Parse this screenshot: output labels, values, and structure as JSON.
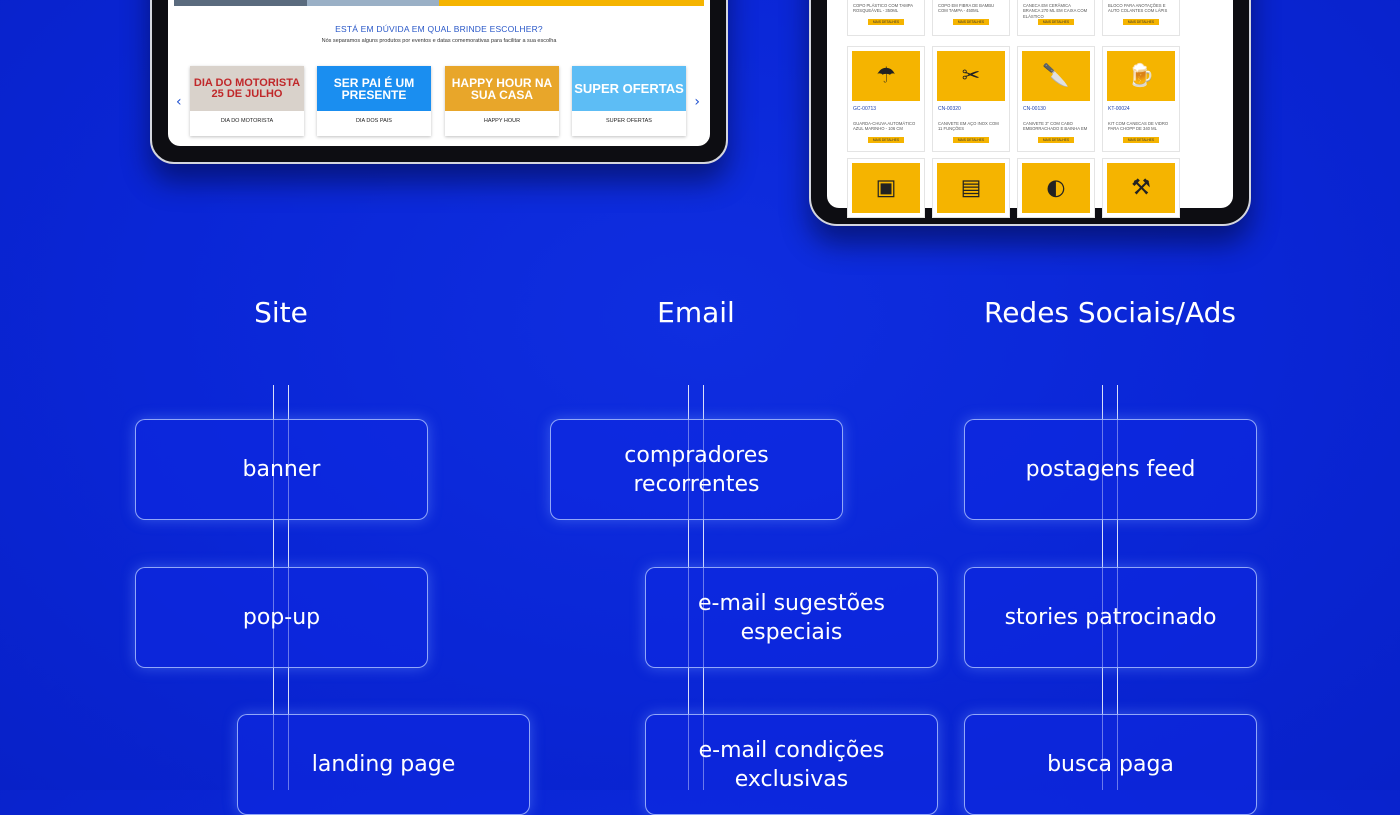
{
  "left_tablet": {
    "title": "ESTÁ EM DÚVIDA EM QUAL BRINDE ESCOLHER?",
    "subtitle": "Nós separamos alguns produtos por eventos e datas comemorativas para facilitar a sua escolha",
    "prev_arrow": "‹",
    "next_arrow": "›",
    "cards": [
      {
        "image_text": "DIA DO MOTORISTA 25 DE JULHO",
        "label": "DIA DO MOTORISTA"
      },
      {
        "image_text": "SER PAI É UM PRESENTE",
        "label": "DIA DOS PAIS"
      },
      {
        "image_text": "HAPPY HOUR NA SUA CASA",
        "label": "HAPPY HOUR"
      },
      {
        "image_text": "SUPER OFERTAS",
        "label": "SUPER OFERTAS"
      }
    ]
  },
  "right_tablet": {
    "row0": [
      {
        "desc": "COPO PLÁSTICO COM TAMPA ROSQUEÁVEL - 350ML",
        "button": "MAIS DETALHES"
      },
      {
        "desc": "COPO EM FIBRA DE BAMBU COM TAMPA - 450ML",
        "button": "MAIS DETALHES"
      },
      {
        "desc": "CANECA EM CERÂMICA BRANCA 270 ML EM CAIXA COM ELÁSTICO",
        "button": "MAIS DETALHES"
      },
      {
        "desc": "BLOCO PARA ANOTAÇÕES E AUTO COLANTES COM LÁPIS",
        "button": "MAIS DETALHES"
      }
    ],
    "row1": [
      {
        "icon": "umbrella-icon",
        "glyph": "☂",
        "code": "GC-00713",
        "desc": "GUARDA-CHUVA AUTOMÁTICO AZUL MARINHO - 106 CM",
        "button": "MAIS DETALHES"
      },
      {
        "icon": "multitool-icon",
        "glyph": "✂",
        "code": "CN-00320",
        "desc": "CANIVETE EM AÇO INOX COM 11 FUNÇÕES",
        "button": "MAIS DETALHES"
      },
      {
        "icon": "knife-icon",
        "glyph": "🔪",
        "code": "CN-00130",
        "desc": "CANIVETE 3\" COM CABO EMBORRACHADO E BAINHA EM",
        "button": "MAIS DETALHES"
      },
      {
        "icon": "mug-icon",
        "glyph": "🍺",
        "code": "KT-00024",
        "desc": "KIT COM CANECAS DE VIDRO PARA CHOPP DE 340 ML",
        "button": "MAIS DETALHES"
      }
    ],
    "row2_icons": [
      {
        "icon": "gift-kit-icon",
        "glyph": "▣"
      },
      {
        "icon": "wood-box-icon",
        "glyph": "▤"
      },
      {
        "icon": "cheese-board-icon",
        "glyph": "◐"
      },
      {
        "icon": "bbq-kit-icon",
        "glyph": "⚒"
      }
    ]
  },
  "columns": [
    {
      "title": "Site",
      "nodes": [
        "banner",
        "pop-up",
        "landing page"
      ]
    },
    {
      "title": "Email",
      "nodes": [
        "compradores recorrentes",
        "e-mail sugestões especiais",
        "e-mail condições exclusivas"
      ]
    },
    {
      "title": "Redes Sociais/Ads",
      "nodes": [
        "postagens feed",
        "stories patrocinado",
        "busca paga"
      ]
    }
  ]
}
